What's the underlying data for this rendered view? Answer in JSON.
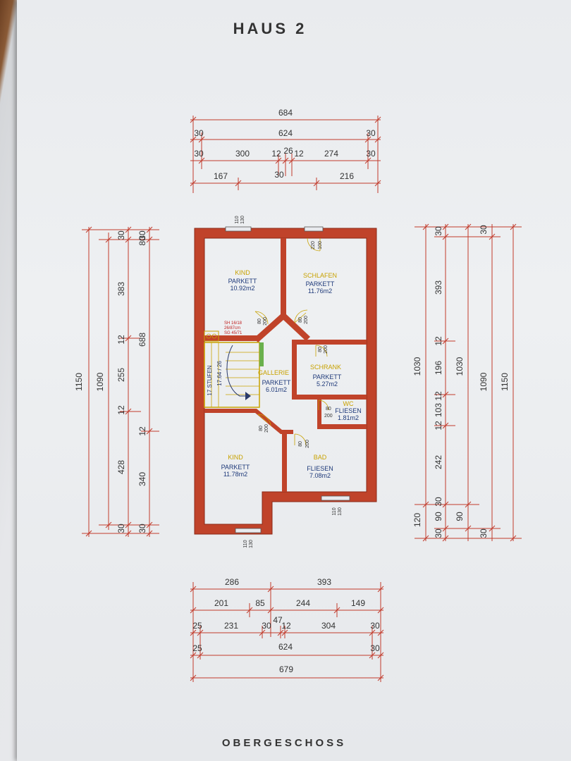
{
  "title": "HAUS 2",
  "floor": "OBERGESCHOSS",
  "colors": {
    "wall": "#c0432a",
    "wall_light": "#d9745a",
    "dimension": "#c23b2b",
    "room_name": "#c8a200",
    "room_text": "#1f3a7a",
    "stair": "#c8a200"
  },
  "top_dims": {
    "row1": [
      "684"
    ],
    "row2": [
      "30",
      "624",
      "30"
    ],
    "row3": [
      "30",
      "300",
      "12",
      "26",
      "12",
      "274",
      "30"
    ],
    "row4": [
      "167",
      "30",
      "216"
    ]
  },
  "bottom_dims": {
    "row1": [
      "286",
      "393"
    ],
    "row2": [
      "201",
      "85",
      "244",
      "149"
    ],
    "row3": [
      "25",
      "231",
      "30",
      "47",
      "12",
      "304",
      "30"
    ],
    "row4": [
      "25",
      "624",
      "30"
    ],
    "row5": [
      "679"
    ]
  },
  "left_dims": {
    "outer": "1150",
    "inner": "1090",
    "col3": [
      "30",
      "383",
      "12",
      "255",
      "12",
      "428",
      "30"
    ],
    "col4": [
      "30",
      "80",
      "688",
      "12",
      "340",
      "30"
    ]
  },
  "right_dims": {
    "col1": [
      "1030",
      "120"
    ],
    "col2": [
      "30",
      "393",
      "12",
      "196",
      "12",
      "103",
      "12",
      "242",
      "30",
      "90",
      "30"
    ],
    "col3": [
      "1030",
      "90"
    ],
    "col4": [
      "1090"
    ],
    "col5": [
      "30",
      "1150",
      "30"
    ]
  },
  "rooms": [
    {
      "name": "KIND",
      "floor": "PARKETT",
      "area": "10.92m2"
    },
    {
      "name": "SCHLAFEN",
      "floor": "PARKETT",
      "area": "11.76m2"
    },
    {
      "name": "GALLERIE",
      "floor": "PARKETT",
      "area": "6.01m2"
    },
    {
      "name": "SCHRANK",
      "floor": "PARKETT",
      "area": "5.27m2"
    },
    {
      "name": "WC",
      "floor": "FLIESEN",
      "area": "1.81m2"
    },
    {
      "name": "KIND",
      "floor": "PARKETT",
      "area": "11.78m2"
    },
    {
      "name": "BAD",
      "floor": "FLIESEN",
      "area": "7.08m2"
    }
  ],
  "windows": [
    {
      "w": "110",
      "h": "130"
    },
    {
      "w": "110",
      "h": "130"
    },
    {
      "w": "110",
      "h": "130"
    }
  ],
  "doors": [
    "80",
    "200",
    "220",
    "100"
  ],
  "stairs": {
    "label": "17 STUFEN",
    "ratio": "17.64 / 26"
  },
  "stair_note": [
    "SH 16/18",
    "26/87cm",
    "SG 45/71"
  ]
}
